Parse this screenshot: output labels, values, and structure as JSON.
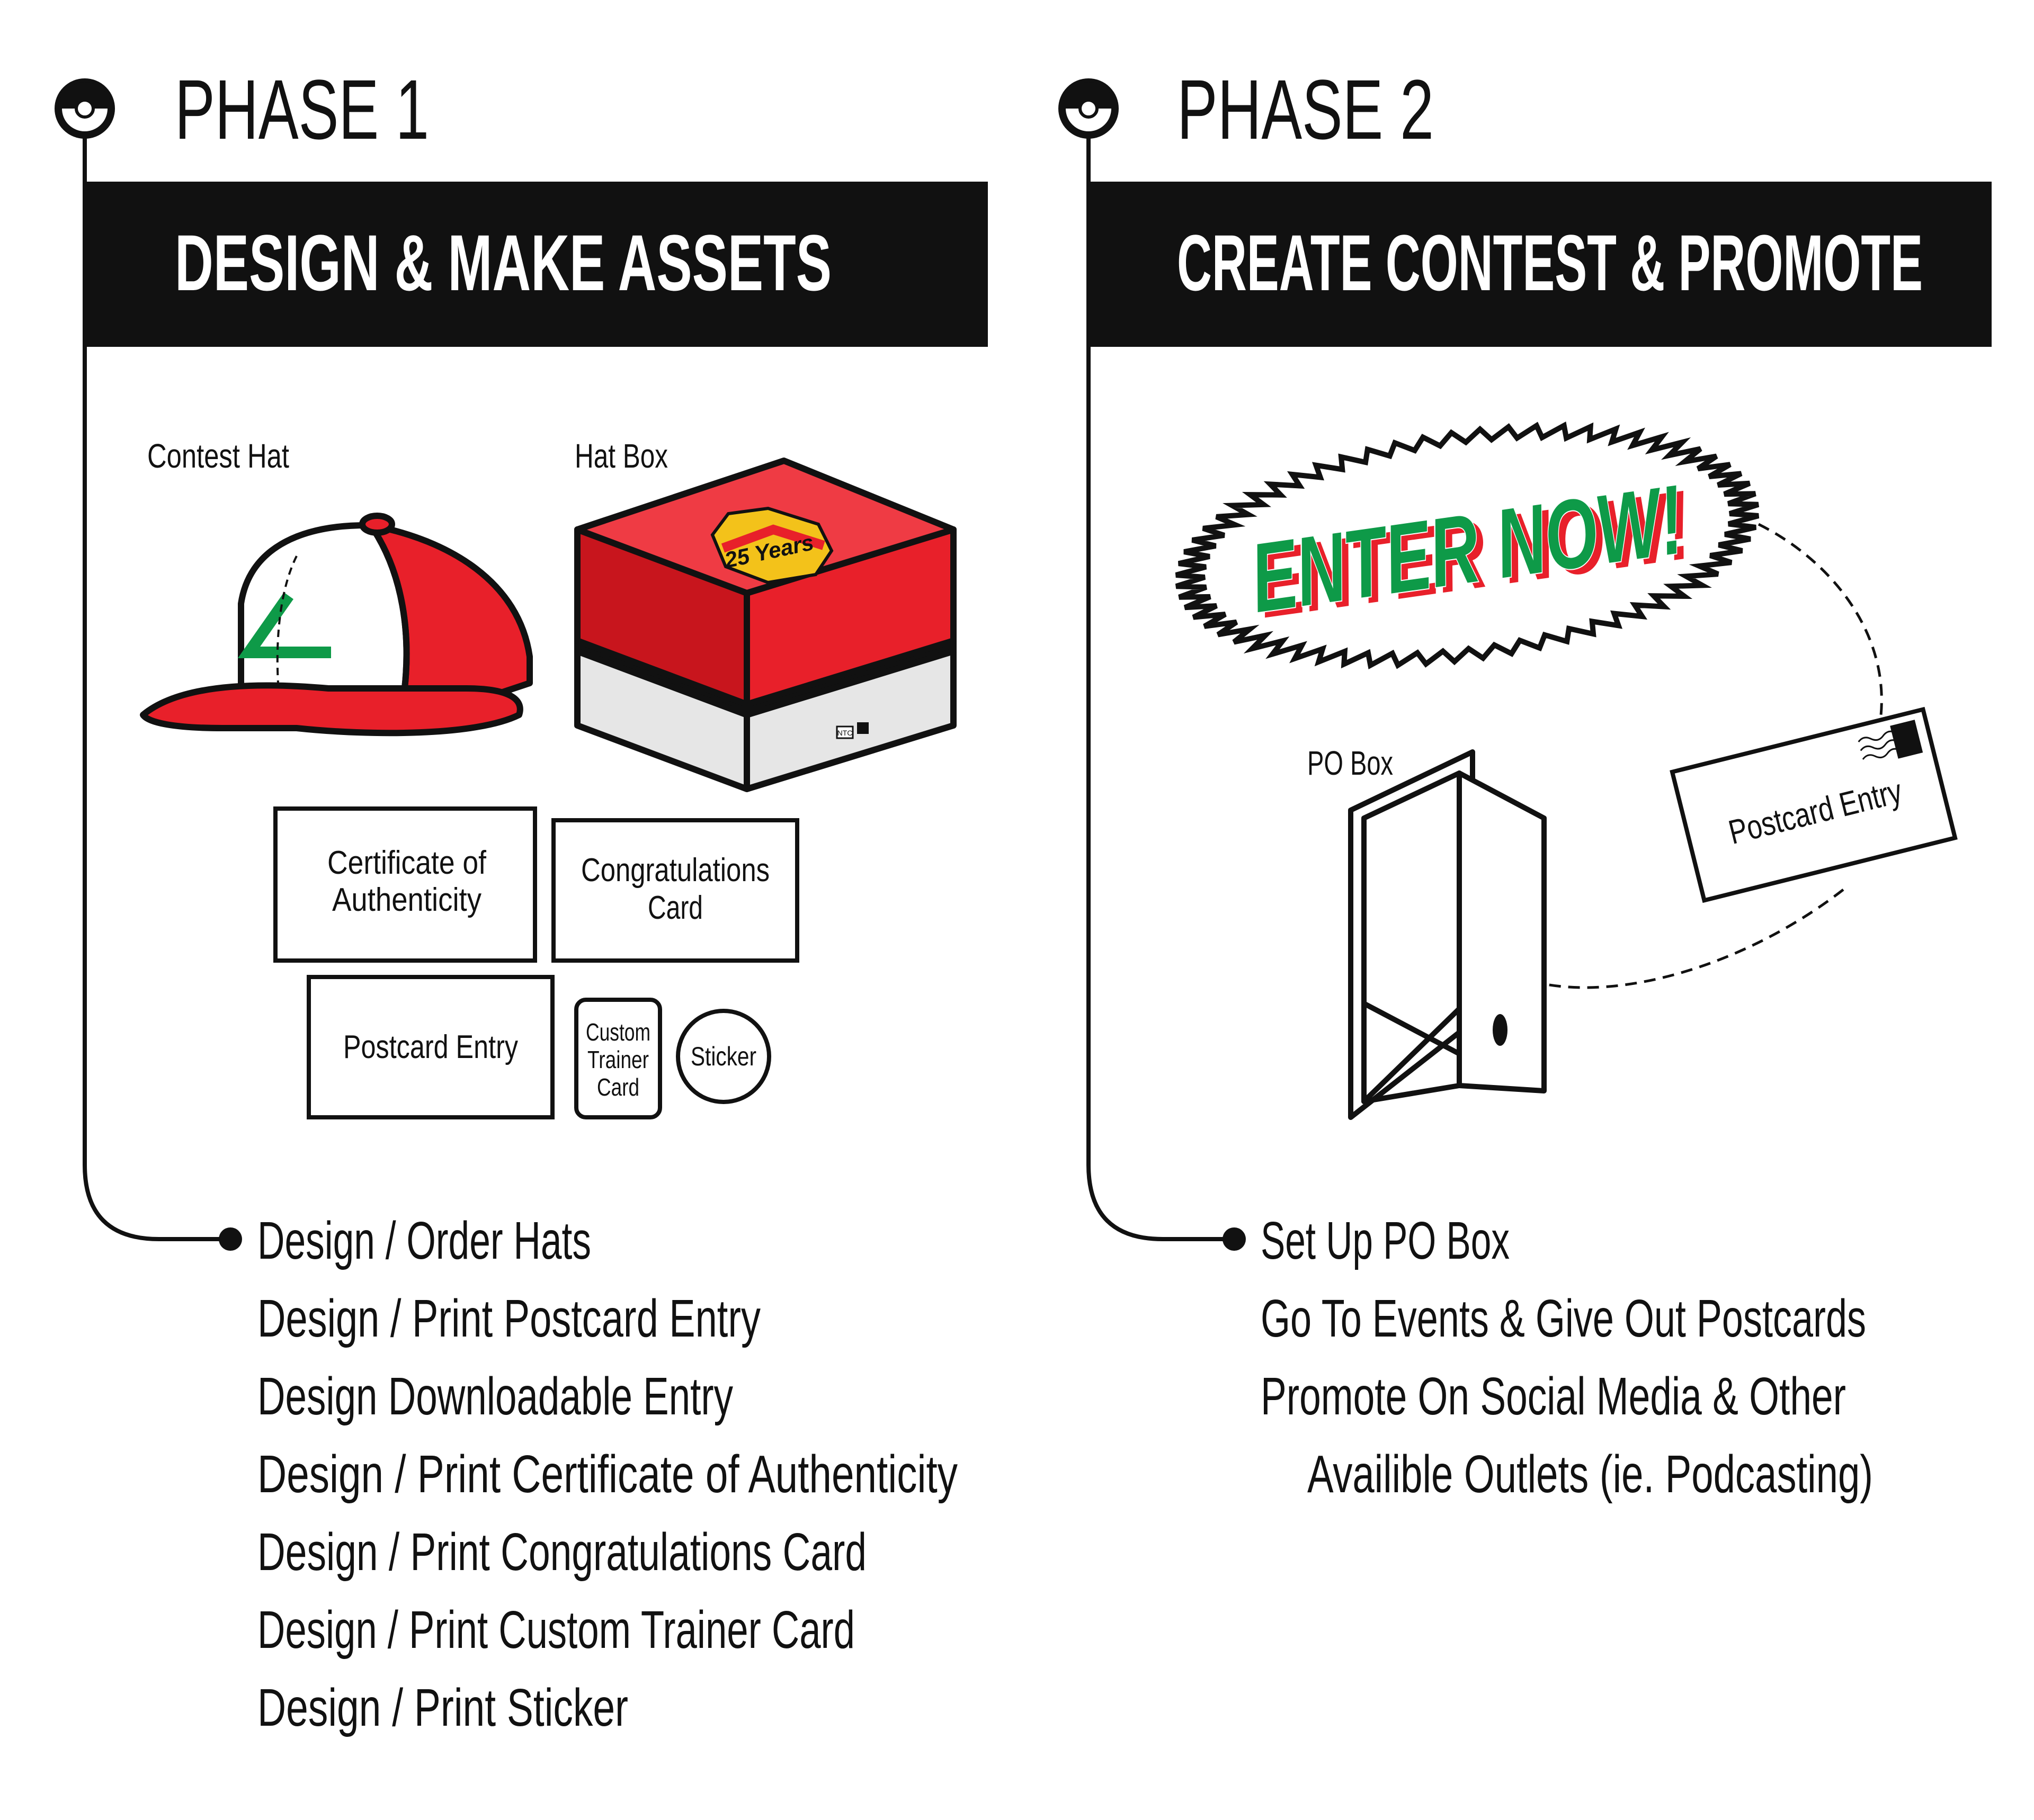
{
  "phase1": {
    "label": "PHASE 1",
    "banner": "DESIGN & MAKE ASSETS",
    "assets": {
      "hat_label": "Contest Hat",
      "box_label": "Hat Box",
      "box_badge": "25 Years",
      "box_side_mark": "NTC",
      "certificate": [
        "Certificate of",
        "Authenticity"
      ],
      "congrats": [
        "Congratulations",
        "Card"
      ],
      "postcard": "Postcard Entry",
      "trainer_card": [
        "Custom",
        "Trainer",
        "Card"
      ],
      "sticker": "Sticker"
    },
    "tasks": [
      "Design / Order Hats",
      "Design / Print Postcard Entry",
      "Design Downloadable Entry",
      "Design / Print Certificate of Authenticity",
      "Design / Print Congratulations Card",
      "Design / Print Custom Trainer Card",
      "Design / Print Sticker"
    ]
  },
  "phase2": {
    "label": "PHASE 2",
    "banner": "CREATE CONTEST & PROMOTE",
    "burst": "ENTER NOW!",
    "po_box_label": "PO Box",
    "postcard": "Postcard Entry",
    "tasks": [
      "Set Up PO Box",
      "Go To Events & Give Out Postcards",
      "Promote On Social Media & Other",
      "Availible Outlets (ie. Podcasting)"
    ]
  },
  "colors": {
    "red": "#e8202a",
    "dark_red": "#c8151d",
    "green": "#0e9a48",
    "black": "#111111",
    "white": "#ffffff",
    "light_gray": "#e6e6e6"
  }
}
